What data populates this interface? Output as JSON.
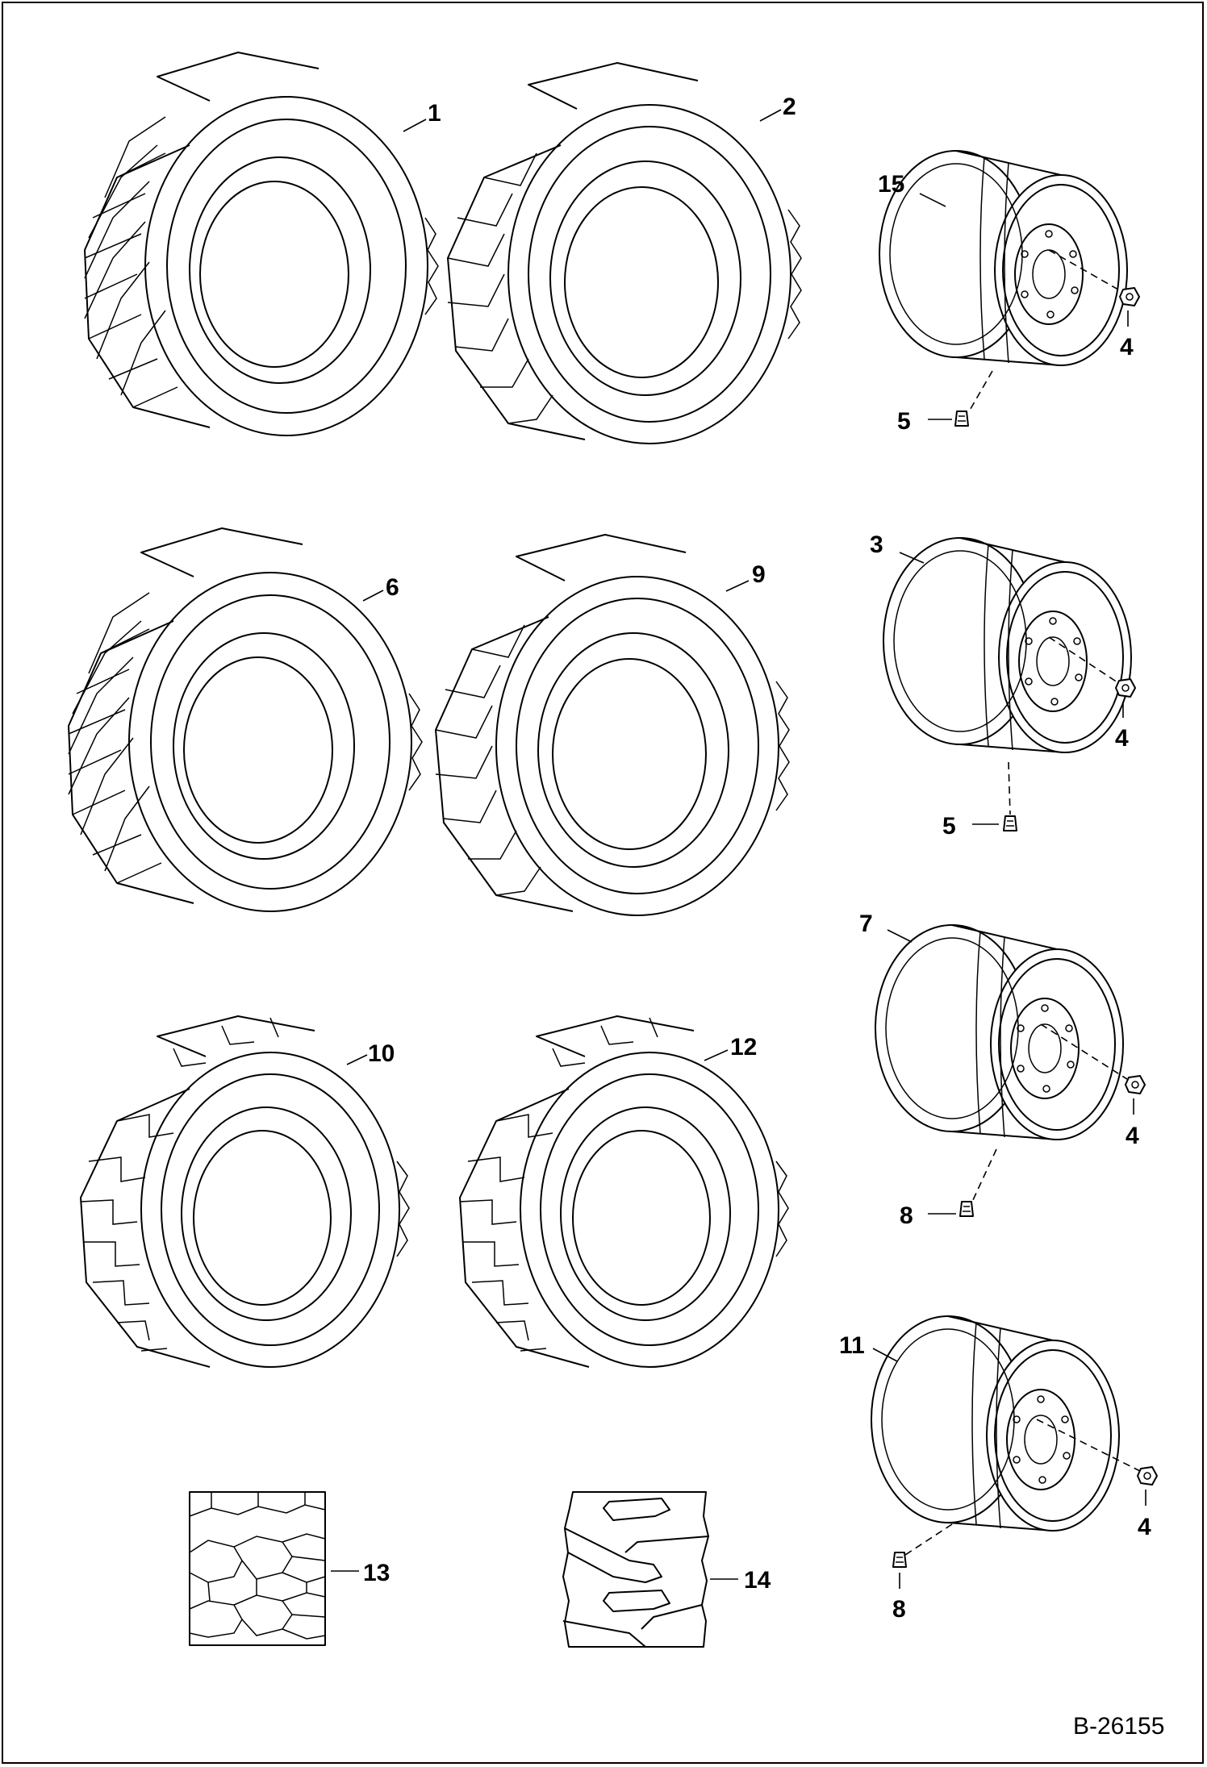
{
  "callouts": {
    "c1": "1",
    "c2": "2",
    "c15": "15",
    "c4a": "4",
    "c5a": "5",
    "c6": "6",
    "c9": "9",
    "c3": "3",
    "c4b": "4",
    "c5b": "5",
    "c7": "7",
    "c4c": "4",
    "c8a": "8",
    "c10": "10",
    "c12": "12",
    "c11": "11",
    "c4d": "4",
    "c8b": "8",
    "c13": "13",
    "c14": "14"
  },
  "figure_code": "B-26155"
}
